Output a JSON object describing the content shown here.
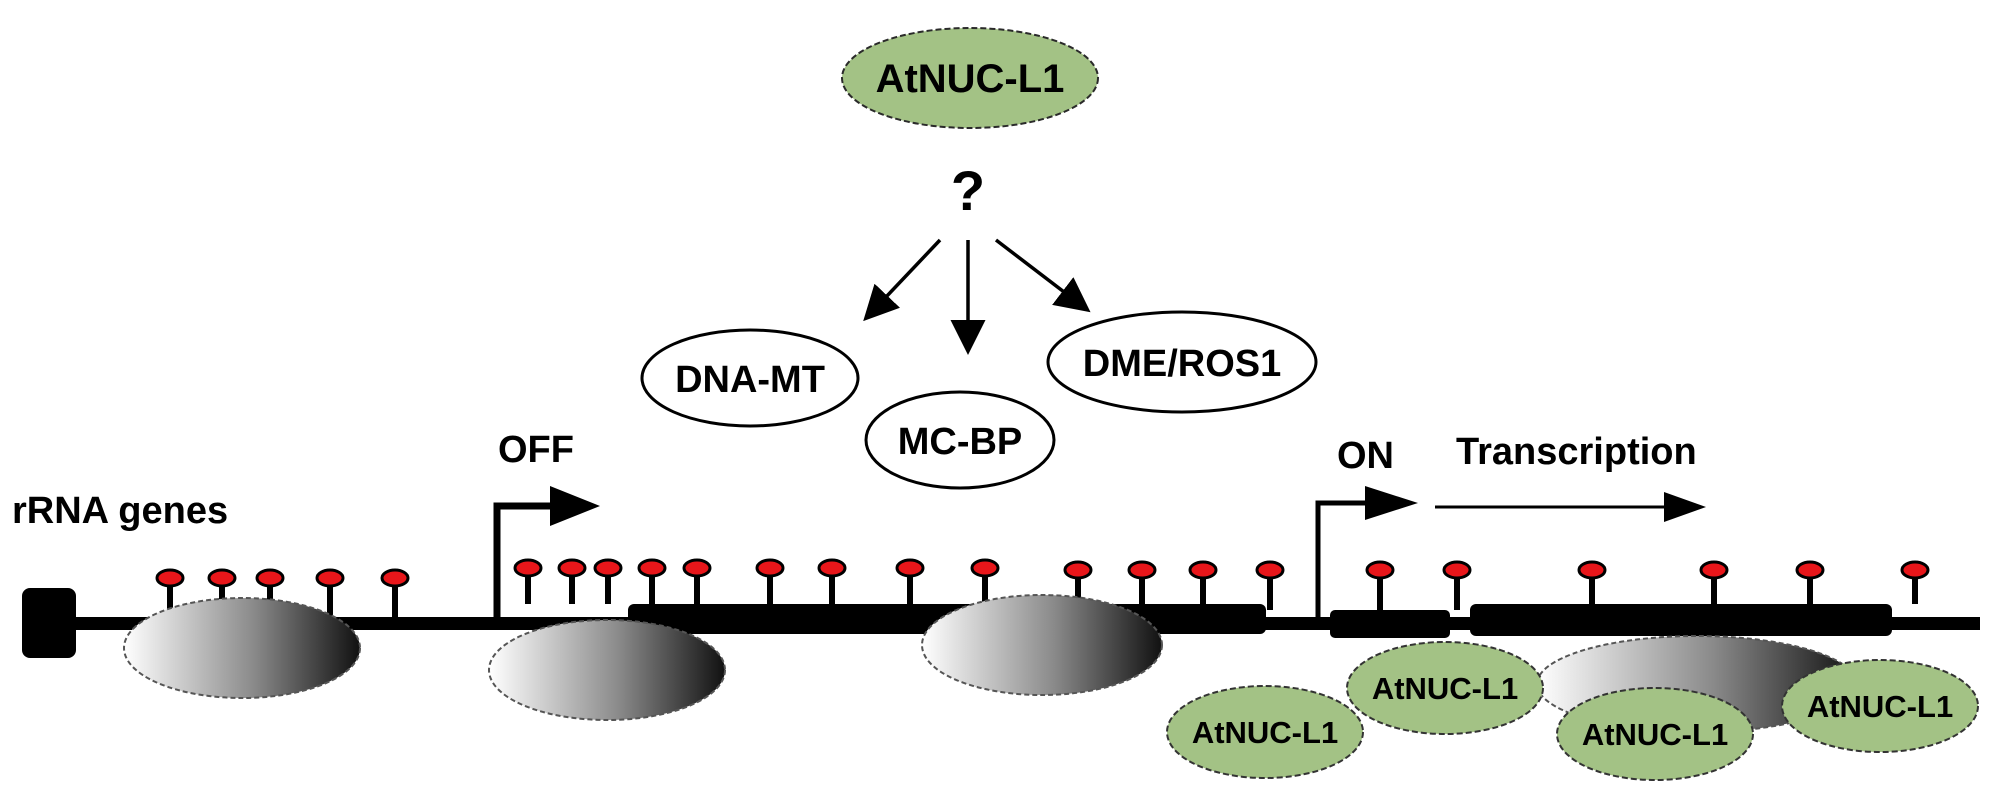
{
  "top_factor": "AtNUC-L1",
  "question_mark": "?",
  "targets": {
    "dna_mt": "DNA-MT",
    "mc_bp": "MC-BP",
    "dme_ros1": "DME/ROS1"
  },
  "gene_label": "rRNA genes",
  "off_label": "OFF",
  "on_label": "ON",
  "transcription_label": "Transcription",
  "bound_factor": "AtNUC-L1",
  "colors": {
    "factor_fill": "#a3c285",
    "methyl_red": "#e8161a",
    "line": "#000000"
  }
}
